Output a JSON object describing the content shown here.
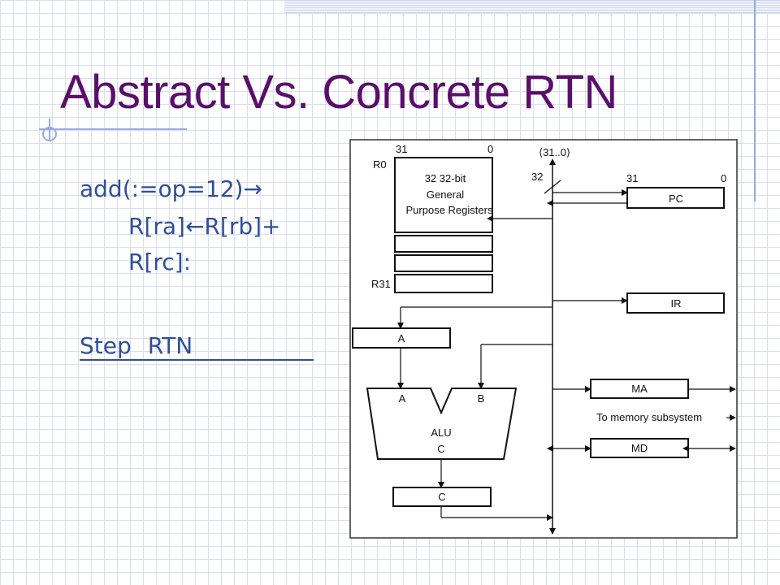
{
  "slide": {
    "title": "Abstract Vs. Concrete RTN"
  },
  "rtn": {
    "line1": "add(:=op=12)→",
    "line2": "R[ra]←R[rb]+",
    "line3": "R[rc]:",
    "link_left": "Step",
    "link_right": "RTN"
  },
  "diagram": {
    "bus_label": "⟨31..0⟩",
    "bus_width": "32",
    "regfile_msb": "31",
    "regfile_lsb": "0",
    "r0_label": "R0",
    "r31_label": "R31",
    "regfile_line1": "32 32-bit",
    "regfile_line2": "General",
    "regfile_line3": "Purpose Registers",
    "pc_msb": "31",
    "pc_lsb": "0",
    "pc_label": "PC",
    "ir_label": "IR",
    "a_reg_label": "A",
    "alu_in_a": "A",
    "alu_in_b": "B",
    "alu_label": "ALU",
    "alu_out": "C",
    "c_reg_label": "C",
    "ma_label": "MA",
    "md_label": "MD",
    "memory_label": "To memory subsystem"
  }
}
